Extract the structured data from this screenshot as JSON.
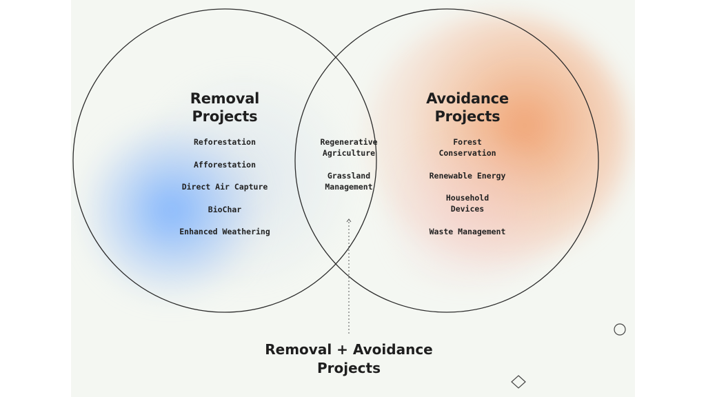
{
  "removal": {
    "title_line1": "Removal",
    "title_line2": "Projects",
    "items": [
      "Reforestation",
      "Afforestation",
      "Direct Air Capture",
      "BioChar",
      "Enhanced Weathering"
    ]
  },
  "overlap": {
    "items": [
      {
        "line1": "Regenerative",
        "line2": "Agriculture"
      },
      {
        "line1": "Grassland",
        "line2": "Management"
      }
    ]
  },
  "avoidance": {
    "title_line1": "Avoidance",
    "title_line2": "Projects",
    "items": [
      {
        "line1": "Forest",
        "line2": "Conservation"
      },
      {
        "line1": "Renewable Energy",
        "line2": ""
      },
      {
        "line1": "Household",
        "line2": "Devices"
      },
      {
        "line1": "Waste Management",
        "line2": ""
      }
    ]
  },
  "combined": {
    "title_line1": "Removal + Avoidance",
    "title_line2": "Projects"
  },
  "colors": {
    "background": "#f4f7f2",
    "blue_glow": "#6eaaff",
    "orange_glow": "#f0a06e",
    "outline": "#2a2a2a"
  }
}
